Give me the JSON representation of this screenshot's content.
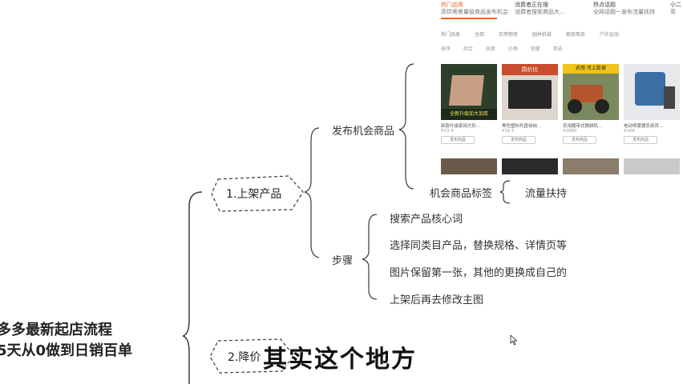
{
  "mindmap": {
    "root_line1": "多多最新起店流程",
    "root_line2": "5天从0做到日销百单",
    "node1": "1.上架产品",
    "node2_prefix": "2.降价",
    "branch_publish": "发布机会商品",
    "branch_steps": "步骤",
    "tag_label": "机会商品标签",
    "tag_value": "流量扶持",
    "steps": [
      "搜索产品核心词",
      "选择同类目产品，替换规格、详情页等",
      "图片保留第一张，其他的更换成自己的",
      "上架后再去修改主图"
    ]
  },
  "subtitle": "其实这个地方",
  "screenshot": {
    "tabs": [
      {
        "title": "热门品类",
        "desc": "高供需差量级商品发布机会"
      },
      {
        "title": "消费者正在搜",
        "desc": "消费者搜索商品大…"
      },
      {
        "title": "热点话题",
        "desc": "全网话题一发布流量扶持"
      },
      {
        "title": "小二",
        "desc": "高"
      }
    ],
    "filters_row1": [
      "热门品类",
      "全部",
      "农用物资",
      "园林机械",
      "家居用品",
      "户外运动"
    ],
    "filters_row2": [
      "排序",
      "综合",
      "热度",
      "价格",
      "销量",
      "",
      "",
      "筛选"
    ],
    "cards": [
      {
        "name": "新款升级家用方形…",
        "price": "¥23.9",
        "btn": "发布商品"
      },
      {
        "name": "黑色塑料托盘收纳…",
        "price": "¥31.5",
        "btn": "发布商品"
      },
      {
        "name": "农用履带式微耕机…",
        "price": "¥2980",
        "btn": "发布商品"
      },
      {
        "name": "电动喷雾器农用背…",
        "price": "¥168",
        "btn": "发布商品"
      }
    ],
    "card_overlays": [
      "全新升级加大加厚",
      "质价比",
      "农用 可上陡坡",
      ""
    ]
  },
  "colors": {
    "accent": "#e96b2b",
    "line": "#3a3a3a"
  }
}
